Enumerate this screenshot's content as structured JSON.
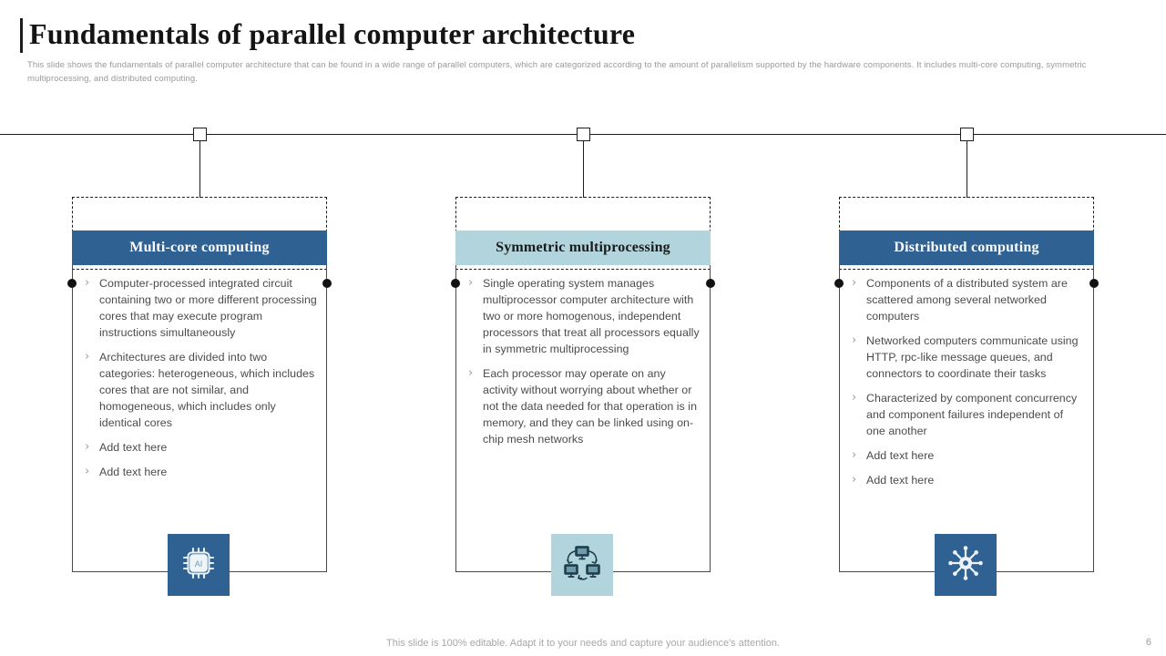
{
  "header": {
    "title": "Fundamentals of parallel computer architecture",
    "subtitle": "This slide shows the fundamentals of parallel computer architecture that can be found in a wide range of parallel computers, which are categorized according to the amount of parallelism supported by the hardware components. It includes multi-core computing, symmetric multiprocessing, and distributed computing."
  },
  "colors": {
    "accent_dark": "#2f6193",
    "accent_light": "#b1d4dd",
    "rail": "#1d1d1d",
    "body_text": "#4b4b4b",
    "muted_text": "#9a9a9a"
  },
  "columns": [
    {
      "id": "multi-core-computing",
      "title": "Multi-core computing",
      "theme": "dark",
      "icon": "microchip-ai-icon",
      "icon_label": "AI",
      "bullets": [
        "Computer-processed integrated circuit containing two or more different processing cores that may execute program instructions simultaneously",
        "Architectures are divided into two categories: heterogeneous, which includes cores that are not similar, and homogeneous, which includes only identical cores",
        "Add text here",
        "Add text here"
      ]
    },
    {
      "id": "symmetric-multiprocessing",
      "title": "Symmetric multiprocessing",
      "theme": "light",
      "icon": "networked-computers-icon",
      "icon_label": "",
      "bullets": [
        "Single operating system manages multiprocessor computer architecture with two or more homogenous, independent processors that treat all processors equally in symmetric multiprocessing",
        "Each processor may operate on any activity without worrying about whether or not the data needed for that operation is in memory, and they can be linked using on-chip mesh networks"
      ]
    },
    {
      "id": "distributed-computing",
      "title": "Distributed computing",
      "theme": "dark",
      "icon": "distributed-network-hub-icon",
      "icon_label": "",
      "bullets": [
        "Components of a distributed system are scattered among several networked computers",
        "Networked computers communicate using HTTP, rpc-like message queues, and connectors to coordinate their tasks",
        "Characterized by component concurrency and component failures independent of one another",
        "Add text here",
        "Add text here"
      ]
    }
  ],
  "bullet_marker": "›",
  "footer": {
    "note": "This slide is 100% editable. Adapt it to your needs and capture your audience's attention.",
    "page_number": "6"
  }
}
